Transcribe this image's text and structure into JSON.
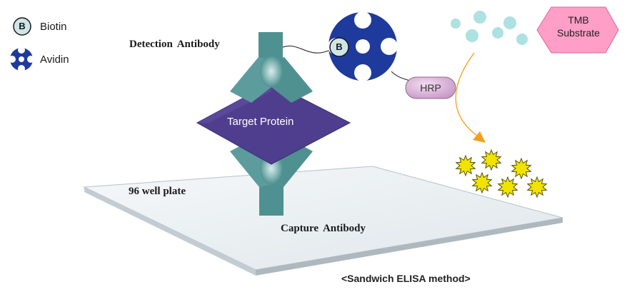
{
  "legend": {
    "biotin_symbol": "B",
    "biotin_label": "Biotin",
    "avidin_label": "Avidin",
    "biotin_icon": "biotin-circle-icon",
    "avidin_icon": "avidin-blob-icon"
  },
  "labels": {
    "detection_antibody": "Detection Antibody",
    "target_protein": "Target Protein",
    "plate": "96 well plate",
    "capture_antibody": "Capture Antibody",
    "hrp": "HRP",
    "biotin_on_antibody": "B",
    "tmb_line1": "TMB",
    "tmb_line2": "Substrate",
    "caption": "<Sandwich ELISA method>"
  },
  "colors": {
    "antibody": "#4f9191",
    "target_protein": "#4f3e8e",
    "avidin": "#1e3a9c",
    "biotin_fill": "#cfe6e8",
    "hrp": "#d9b4d8",
    "tmb": "#ff9ec6",
    "substrate_dots": "#aee1e1",
    "product_stars": "#f1e300",
    "arrow": "#f2a01a",
    "plate": "#e9eef1"
  }
}
